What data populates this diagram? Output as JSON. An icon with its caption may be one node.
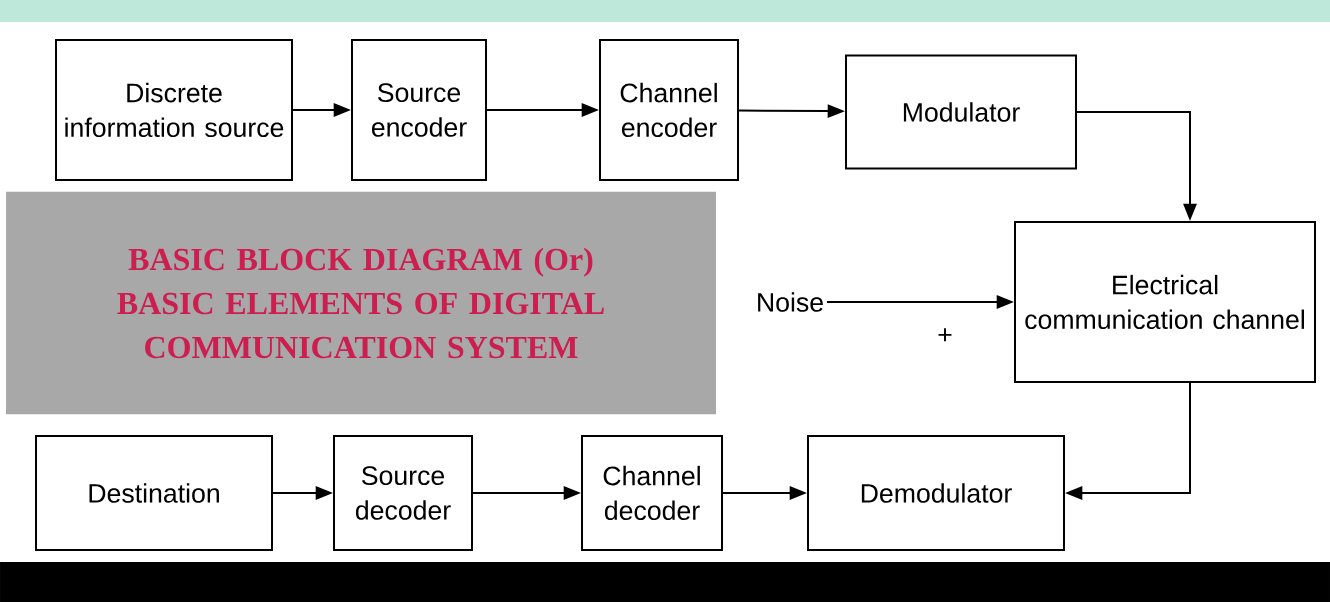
{
  "diagram": {
    "title": "BASIC BLOCK DIAGRAM (Or) BASIC ELEMENTS OF DIGITAL COMMUNICATION SYSTEM",
    "nodes": [
      {
        "text": [
          "Discrete information source"
        ]
      },
      {
        "text": [
          "Source encoder"
        ]
      },
      {
        "text": [
          "Channel encoder"
        ]
      },
      {
        "text": [
          "Modulator"
        ]
      },
      {
        "text": [
          "Electrical communication channel"
        ]
      },
      {
        "text": [
          "Noise"
        ]
      },
      {
        "text": [
          "Destination"
        ]
      },
      {
        "text": [
          "Source decoder"
        ]
      },
      {
        "text": [
          "Channel decoder"
        ]
      },
      {
        "text": [
          "Demodulator"
        ]
      }
    ],
    "edges": [
      {
        "from": 0,
        "to": 1,
        "arrow": "to"
      },
      {
        "from": 1,
        "to": 2,
        "arrow": "to"
      },
      {
        "from": 2,
        "to": 3,
        "arrow": "to"
      },
      {
        "from": 3,
        "to": 4,
        "arrow": "to"
      },
      {
        "from": 5,
        "to": 4,
        "arrow": "to"
      },
      {
        "from": 4,
        "to": 9,
        "arrow": "to"
      },
      {
        "from": 6,
        "to": 7,
        "arrow": "to"
      },
      {
        "from": 7,
        "to": 8,
        "arrow": "to"
      },
      {
        "from": 8,
        "to": 9,
        "arrow": "to"
      }
    ],
    "labels": [
      "+"
    ]
  }
}
